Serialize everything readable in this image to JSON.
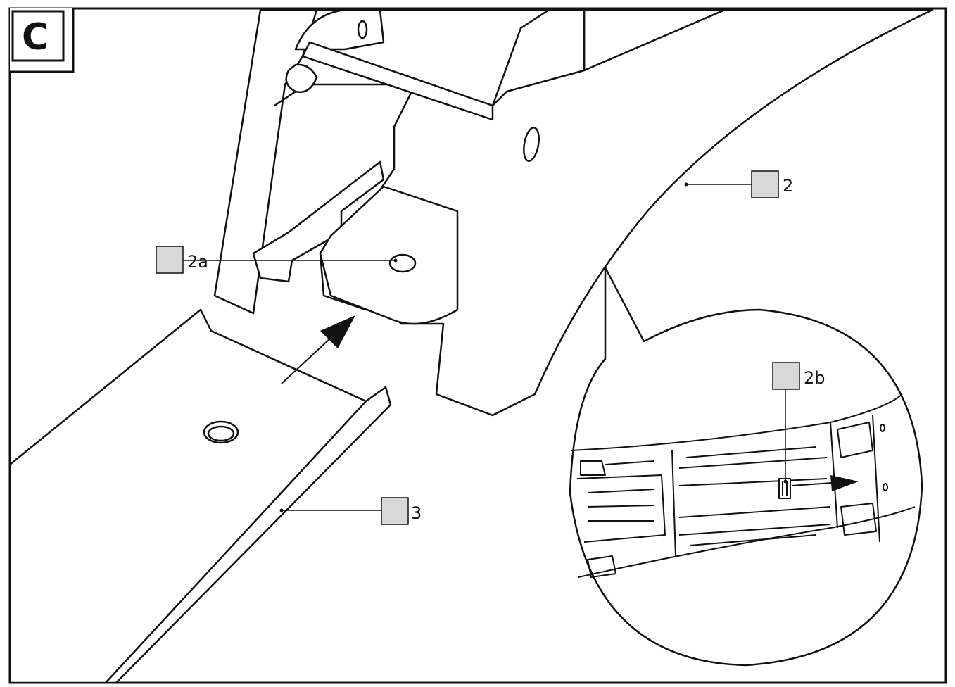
{
  "step": {
    "letter": "C"
  },
  "callouts": [
    {
      "id": "c2",
      "text": "2"
    },
    {
      "id": "c2a",
      "text": "2a"
    },
    {
      "id": "c2b",
      "text": "2b"
    },
    {
      "id": "c3",
      "text": "3"
    }
  ],
  "colors": {
    "line": "#111111",
    "paper": "#ffffff",
    "box": "#d8d8d8"
  }
}
